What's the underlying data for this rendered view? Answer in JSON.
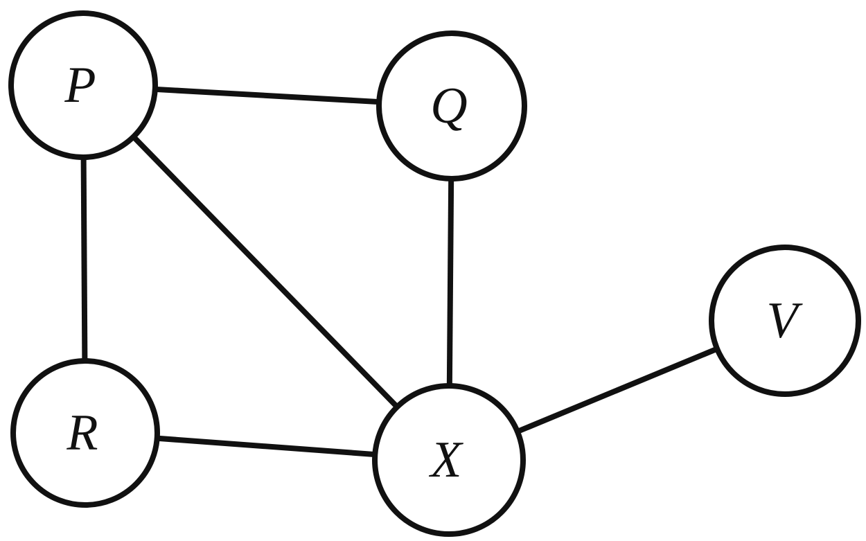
{
  "diagram": {
    "type": "undirected-graph",
    "nodes": [
      {
        "id": "P",
        "label": "P"
      },
      {
        "id": "Q",
        "label": "Q"
      },
      {
        "id": "R",
        "label": "R"
      },
      {
        "id": "X",
        "label": "X"
      },
      {
        "id": "V",
        "label": "V"
      }
    ],
    "edges": [
      {
        "from": "P",
        "to": "Q"
      },
      {
        "from": "P",
        "to": "R"
      },
      {
        "from": "P",
        "to": "X"
      },
      {
        "from": "Q",
        "to": "X"
      },
      {
        "from": "R",
        "to": "X"
      },
      {
        "from": "X",
        "to": "V"
      }
    ],
    "colors": {
      "stroke": "#111111",
      "fill": "#ffffff"
    }
  }
}
